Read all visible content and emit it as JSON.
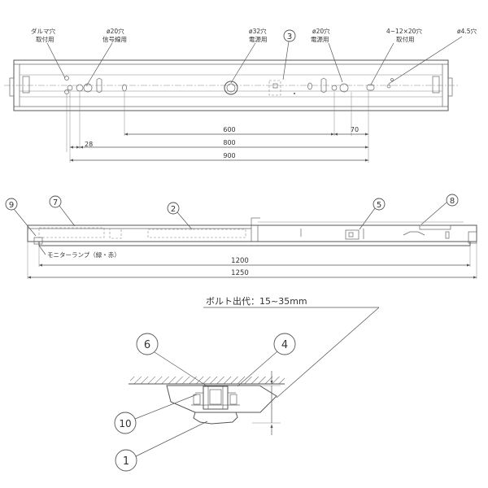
{
  "top_view": {
    "labels": {
      "daruma_hole": "ダルマ穴",
      "daruma_use": "取付用",
      "d20_signal": "ø20穴",
      "d20_signal_use": "信号線用",
      "d32": "ø32穴",
      "d32_use": "電源用",
      "d20_power": "ø20穴",
      "d20_power_use": "電源用",
      "slot": "4−12×20穴",
      "slot_use": "取付用",
      "d45": "ø4.5穴"
    },
    "dimensions": {
      "d600": "600",
      "d70": "70",
      "d28": "28",
      "d800": "800",
      "d900": "900"
    }
  },
  "side_view": {
    "monitor_lamp": "モニターランプ（緑・赤）",
    "dimensions": {
      "d1200": "1200",
      "d1250": "1250"
    }
  },
  "detail": {
    "bolt_label": "ボルト出代：15~35mm"
  },
  "callouts": {
    "c1": "1",
    "c2": "2",
    "c3": "3",
    "c4": "4",
    "c5": "5",
    "c6": "6",
    "c7": "7",
    "c8": "8",
    "c9": "9",
    "c10": "10"
  }
}
